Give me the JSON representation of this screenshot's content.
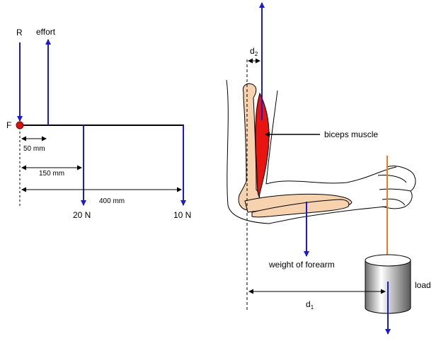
{
  "lever": {
    "fulcrum_label": "F",
    "reaction_label": "R",
    "effort_label": "effort",
    "dist_effort": "50 mm",
    "dist_mid": "150 mm",
    "dist_end": "400 mm",
    "load_mid": "20 N",
    "load_end": "10 N"
  },
  "arm": {
    "d2_main": "d",
    "d2_sub": "2",
    "biceps": "biceps muscle",
    "weight": "weight of forearm",
    "d1_main": "d",
    "d1_sub": "1",
    "load": "load"
  },
  "colors": {
    "force_arrow": "#1a1ad6",
    "muscle": "#e8140f",
    "bone": "#f6d2ae",
    "string": "#f07a20",
    "fulcrum": "#d21414"
  }
}
